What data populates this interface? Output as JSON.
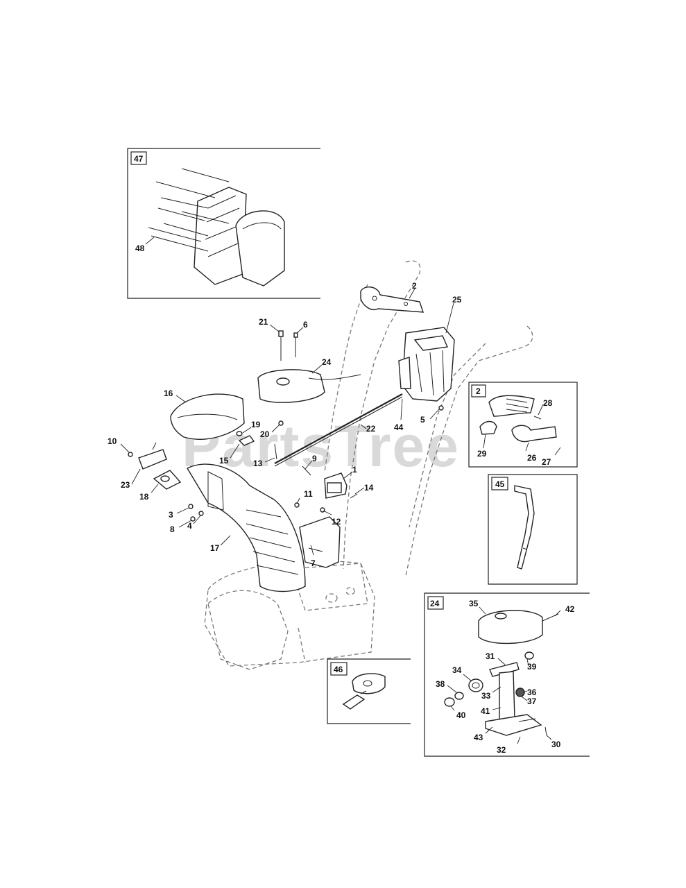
{
  "watermark": "PartsTree",
  "callouts": {
    "c1": "1",
    "c2": "2",
    "c3": "3",
    "c4": "4",
    "c5": "5",
    "c6": "6",
    "c7": "7",
    "c8": "8",
    "c9": "9",
    "c10": "10",
    "c11": "11",
    "c12": "12",
    "c13": "13",
    "c14": "14",
    "c15": "15",
    "c16": "16",
    "c17": "17",
    "c18": "18",
    "c19": "19",
    "c20": "20",
    "c21": "21",
    "c22": "22",
    "c23": "23",
    "c24": "24",
    "c25": "25",
    "c26": "26",
    "c27": "27",
    "c28": "28",
    "c29": "29",
    "c30": "30",
    "c31": "31",
    "c32": "32",
    "c33": "33",
    "c34": "34",
    "c35": "35",
    "c36": "36",
    "c37": "37",
    "c38": "38",
    "c39": "39",
    "c40": "40",
    "c41": "41",
    "c42": "42",
    "c43": "43",
    "c44": "44",
    "c48": "48"
  },
  "inset_titles": {
    "inset47": "47",
    "inset2": "2",
    "inset45": "45",
    "inset24": "24",
    "inset46": "46"
  }
}
